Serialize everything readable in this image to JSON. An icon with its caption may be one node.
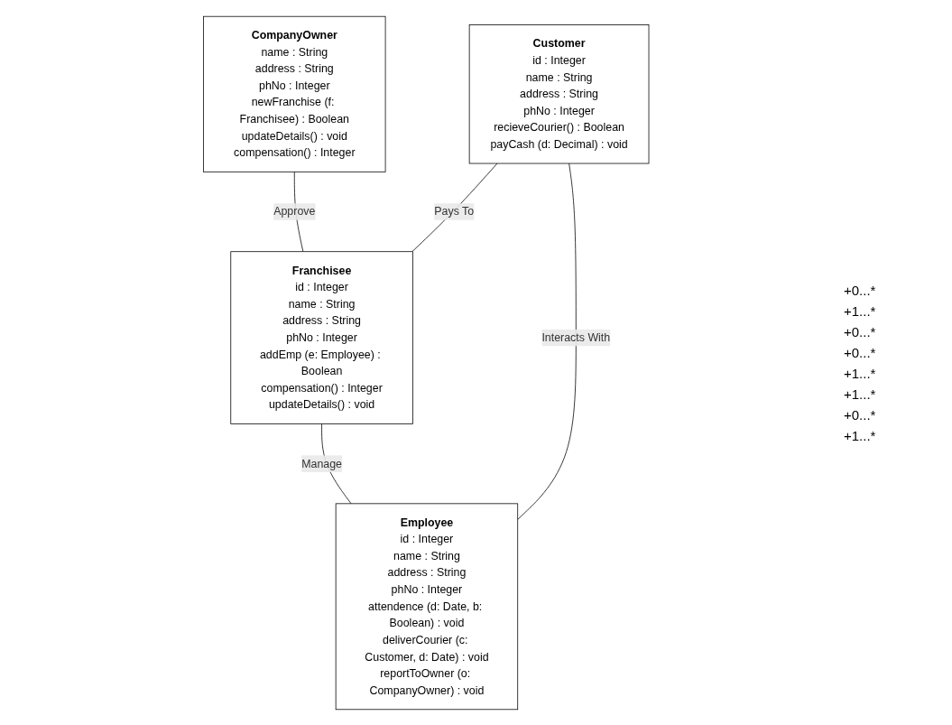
{
  "diagram": {
    "nodes": [
      {
        "text": [
          "CompanyOwner",
          "name : String",
          "address : String",
          "phNo : Integer",
          "newFranchise (f: Franchisee) : Boolean",
          "updateDetails() : void",
          "compensation() : Integer"
        ]
      },
      {
        "text": [
          "Customer",
          "id : Integer",
          "name : String",
          "address : String",
          "phNo : Integer",
          "recieveCourier() : Boolean",
          "payCash (d: Decimal) : void"
        ]
      },
      {
        "text": [
          "Franchisee",
          "id : Integer",
          "name : String",
          "address : String",
          "phNo : Integer",
          "addEmp (e: Employee) : Boolean",
          "compensation() : Integer",
          "updateDetails() : void"
        ]
      },
      {
        "text": [
          "Employee",
          "id : Integer",
          "name : String",
          "address : String",
          "phNo : Integer",
          "attendence (d: Date, b: Boolean) : void",
          "deliverCourier (c: Customer, d: Date) : void",
          "reportToOwner (o: CompanyOwner) : void"
        ]
      }
    ],
    "edges": [
      {
        "from": 0,
        "to": 2,
        "arrow": "none",
        "label": "Approve"
      },
      {
        "from": 1,
        "to": 2,
        "arrow": "none",
        "label": "Pays To"
      },
      {
        "from": 2,
        "to": 3,
        "arrow": "none",
        "label": "Manage"
      },
      {
        "from": 1,
        "to": 3,
        "arrow": "none",
        "label": "Interacts With"
      }
    ],
    "labels": [
      "+0...*",
      "+1...*",
      "+0...*",
      "+0...*",
      "+1...*",
      "+1...*",
      "+0...*",
      "+1...*"
    ]
  }
}
